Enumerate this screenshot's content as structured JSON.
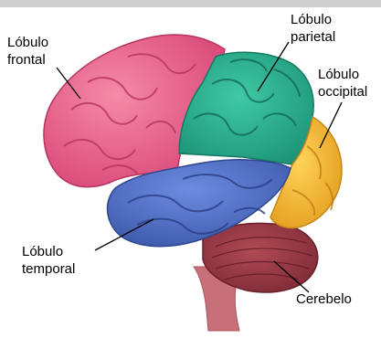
{
  "labels": {
    "frontal": [
      "Lóbulo",
      "frontal"
    ],
    "parietal": [
      "Lóbulo",
      "parietal"
    ],
    "occipital": [
      "Lóbulo",
      "occipital"
    ],
    "temporal": [
      "Lóbulo",
      "temporal"
    ],
    "cerebelo": [
      "Cerebelo"
    ]
  },
  "colors": {
    "frontal": "#e85a86",
    "parietal": "#27a889",
    "occipital": "#f0b22c",
    "temporal": "#4f6fc6",
    "cerebelo": "#9a3b45",
    "brainstem": "#c7707a",
    "leader_line": "#000000"
  }
}
